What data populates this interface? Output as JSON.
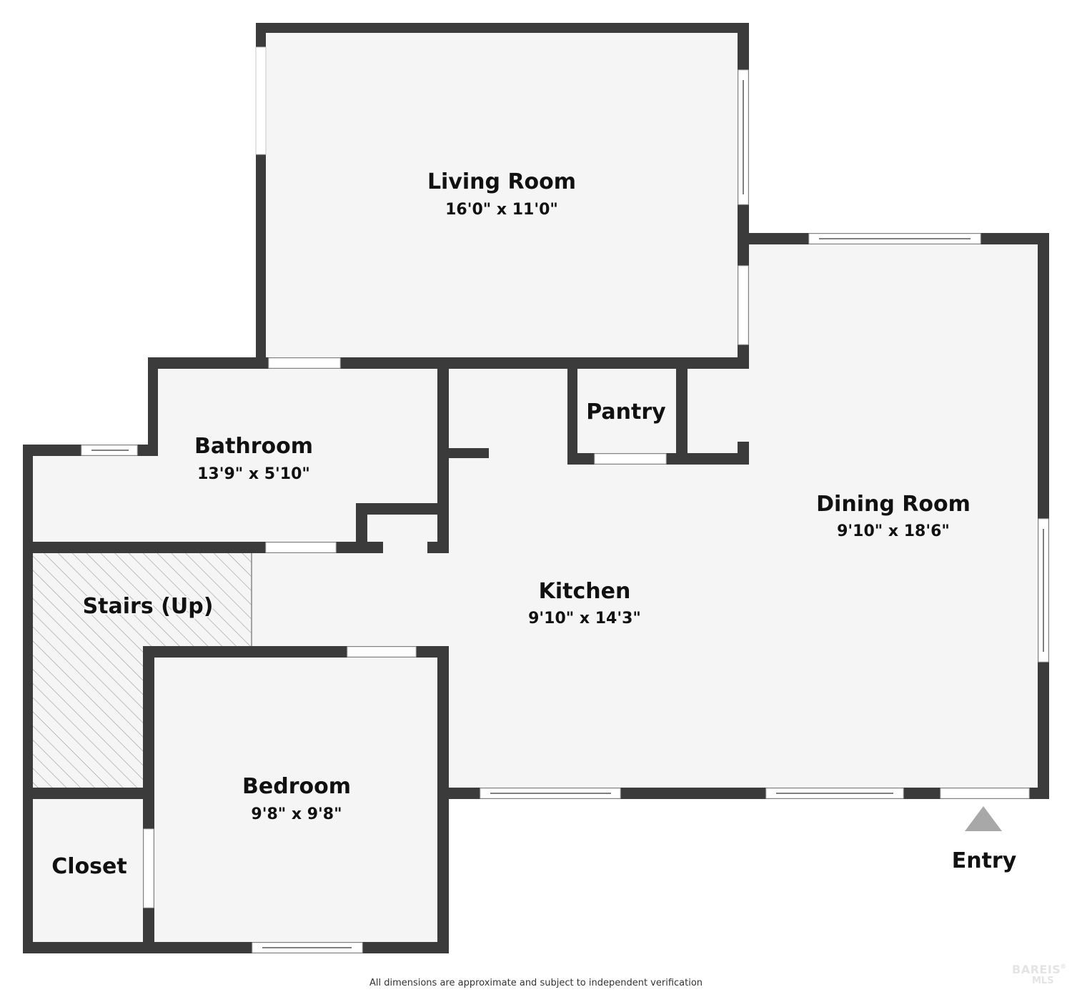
{
  "floorplan": {
    "rooms": [
      {
        "id": "living-room",
        "name": "Living Room",
        "dimensions": "16'0\" x 11'0\""
      },
      {
        "id": "dining-room",
        "name": "Dining Room",
        "dimensions": "9'10\" x 18'6\""
      },
      {
        "id": "kitchen",
        "name": "Kitchen",
        "dimensions": "9'10\" x 14'3\""
      },
      {
        "id": "bathroom",
        "name": "Bathroom",
        "dimensions": "13'9\" x 5'10\""
      },
      {
        "id": "pantry",
        "name": "Pantry"
      },
      {
        "id": "stairs",
        "name": "Stairs (Up)"
      },
      {
        "id": "bedroom",
        "name": "Bedroom",
        "dimensions": "9'8\" x 9'8\""
      },
      {
        "id": "closet",
        "name": "Closet"
      }
    ],
    "entry": {
      "label": "Entry",
      "marker_color": "#a8a8a8"
    },
    "colors": {
      "wall": "#3b3b3b",
      "floor": "#f5f5f5",
      "stairs_hatch": "#9a9a9a"
    }
  },
  "footer": {
    "disclaimer": "All dimensions are approximate and subject to independent verification",
    "logo_line1": "BAREIS",
    "logo_line2": "MLS",
    "logo_reg": "®"
  }
}
